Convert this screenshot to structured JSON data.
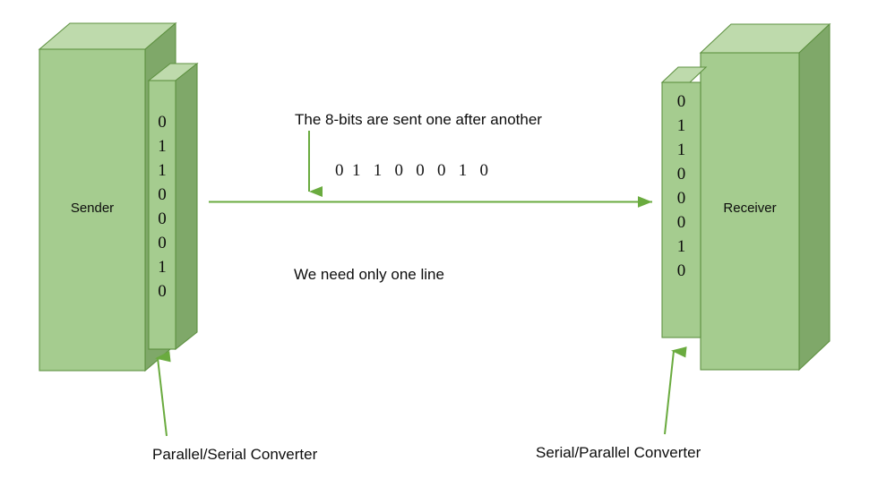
{
  "diagram": {
    "title_caption": "The 8-bits are sent one after another",
    "line_caption": "We need only one line",
    "serial_bits": "0  1   1   0   0   0   1   0",
    "colors": {
      "box_front": "#a5cc8f",
      "box_top": "#bedaac",
      "box_side": "#7fa869",
      "box_stroke": "#5e9141",
      "arrow": "#6aab3f",
      "line": "#6aab3f",
      "text": "#0d0d0d"
    }
  },
  "sender": {
    "label": "Sender",
    "register_label": "sender-bit-register",
    "bits": [
      "0",
      "1",
      "1",
      "0",
      "0",
      "0",
      "1",
      "0"
    ],
    "converter_label": "Parallel/Serial Converter"
  },
  "receiver": {
    "label": "Receiver",
    "register_label": "receiver-bit-register",
    "bits": [
      "0",
      "1",
      "1",
      "0",
      "0",
      "0",
      "1",
      "0"
    ],
    "converter_label": "Serial/Parallel Converter"
  },
  "icons": {
    "down_arrow": "down-arrow-icon",
    "right_arrow": "right-arrow-icon",
    "up_arrow": "up-arrow-icon"
  }
}
